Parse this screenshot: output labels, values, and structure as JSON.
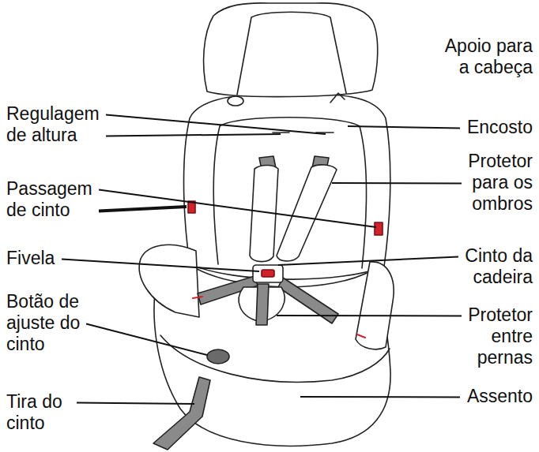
{
  "diagram": {
    "labels": [
      "Apoio para a cabeça",
      "Regulagem de altura",
      "Encosto",
      "Passagem de cinto",
      "Protetor para os ombros",
      "Fivela",
      "Cinto da cadeira",
      "Botão de ajuste do cinto",
      "Protetor entre pernas",
      "Tira do cinto",
      "Assento"
    ]
  }
}
